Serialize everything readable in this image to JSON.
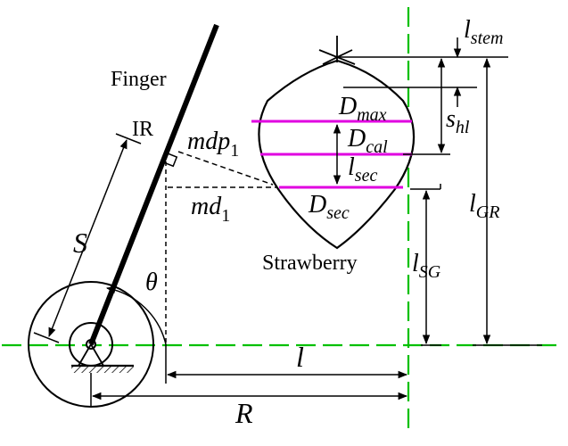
{
  "labels": {
    "finger": "Finger",
    "ir": "IR",
    "strawberry": "Strawberry",
    "s": "S",
    "theta": "θ",
    "l": "l",
    "r": "R",
    "mdp_main": "mdp",
    "mdp_sub": "1",
    "md_main": "md",
    "md_sub": "1",
    "d_max_main": "D",
    "d_max_sub": "max",
    "d_cal_main": "D",
    "d_cal_sub": "cal",
    "l_sec_main": "l",
    "l_sec_sub": "sec",
    "d_sec_main": "D",
    "d_sec_sub": "sec",
    "l_stem_main": "l",
    "l_stem_sub": "stem",
    "s_hl_main": "s",
    "s_hl_sub": "hl",
    "l_gr_main": "l",
    "l_gr_sub": "GR",
    "l_sg_main": "l",
    "l_sg_sub": "SG"
  },
  "colors": {
    "ink": "#000000",
    "axis_green": "#00c000",
    "section_magenta": "#e000e0"
  }
}
